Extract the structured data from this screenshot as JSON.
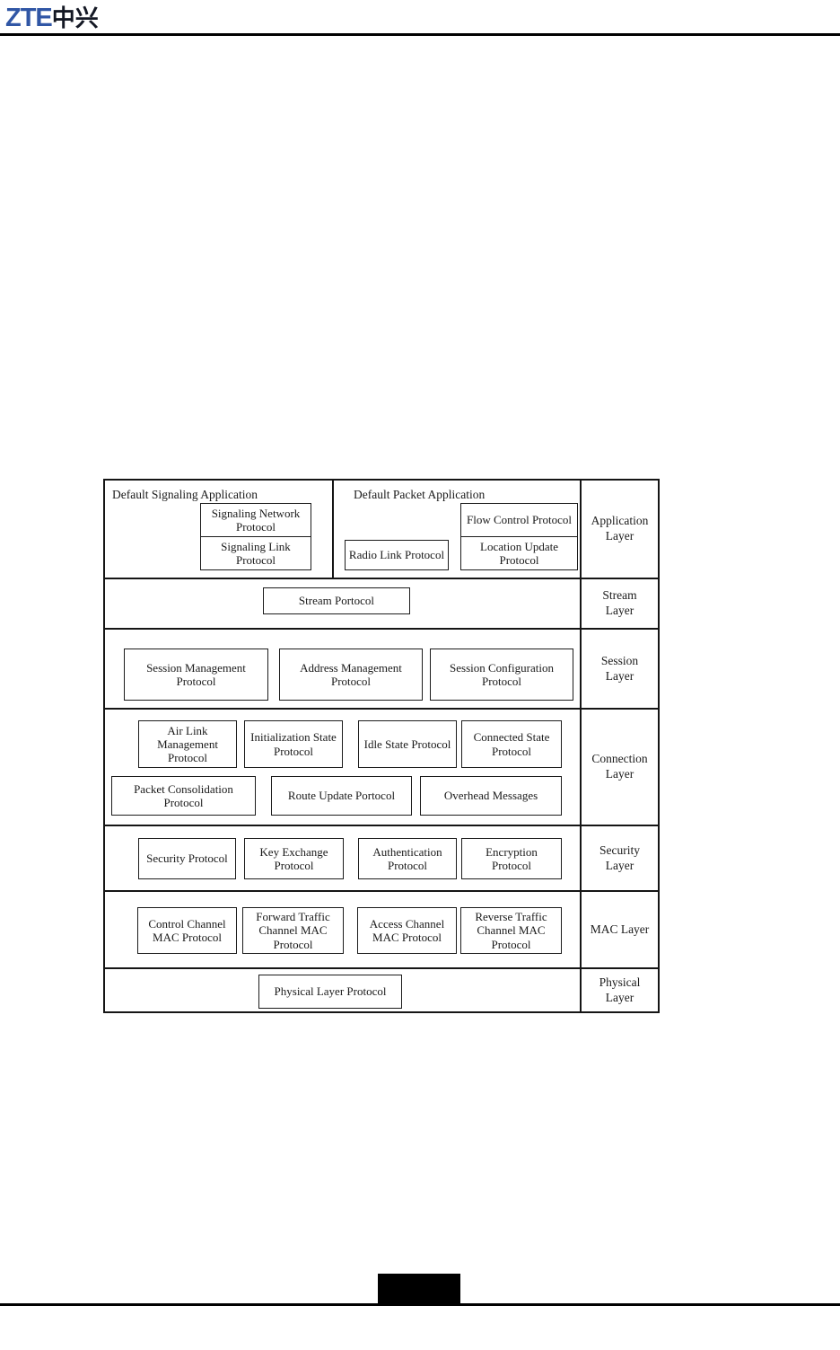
{
  "page": {
    "logo": {
      "zte": "ZTE",
      "zhongxing": "中兴"
    },
    "colors": {
      "brand_blue": "#3056a5",
      "logo_dark": "#141824",
      "line": "#000000"
    }
  },
  "diagram": {
    "application": {
      "layer_label": "Application Layer",
      "default_signaling_application": "Default Signaling Application",
      "default_packet_application": "Default Packet Application",
      "signaling_network_protocol": "Signaling Network Protocol",
      "signaling_link_protocol": "Signaling Link Protocol",
      "flow_control_protocol": "Flow Control Protocol",
      "location_update_protocol": "Location Update Protocol",
      "radio_link_protocol": "Radio Link Protocol"
    },
    "stream": {
      "layer_label": "Stream Layer",
      "stream_protocol": "Stream Portocol"
    },
    "session": {
      "layer_label": "Session Layer",
      "boxes": [
        "Session Management Protocol",
        "Address Management Protocol",
        "Session Configuration Protocol"
      ]
    },
    "connection": {
      "layer_label": "Connection Layer",
      "row1": [
        "Air Link Management Protocol",
        "Initialization State Protocol",
        "Idle State Protocol",
        "Connected State Protocol"
      ],
      "row2": [
        "Packet Consolidation Protocol",
        "Route Update Portocol",
        "Overhead Messages"
      ]
    },
    "security": {
      "layer_label": "Security Layer",
      "boxes": [
        "Security Protocol",
        "Key Exchange Protocol",
        "Authentication Protocol",
        "Encryption Protocol"
      ]
    },
    "mac": {
      "layer_label": "MAC Layer",
      "boxes": [
        "Control Channel MAC Protocol",
        "Forward Traffic Channel MAC Protocol",
        "Access Channel MAC Protocol",
        "Reverse Traffic Channel MAC Protocol"
      ]
    },
    "physical": {
      "layer_label": "Physical Layer",
      "physical_layer_protocol": "Physical Layer Protocol"
    }
  }
}
